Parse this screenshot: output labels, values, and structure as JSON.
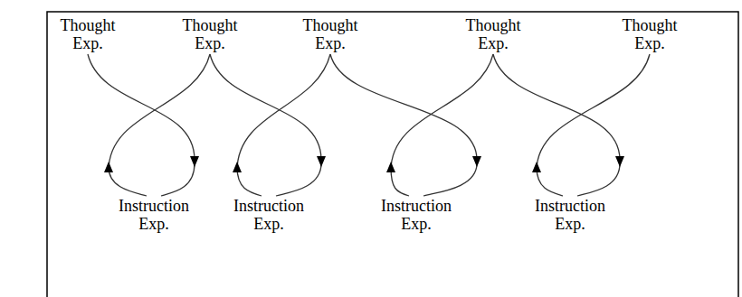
{
  "diagram": {
    "nodes": [
      {
        "text": [
          "Thought Exp."
        ]
      },
      {
        "text": [
          "Thought Exp."
        ]
      },
      {
        "text": [
          "Thought Exp."
        ]
      },
      {
        "text": [
          "Thought Exp."
        ]
      },
      {
        "text": [
          "Thought Exp."
        ]
      },
      {
        "text": [
          "Instruction Exp."
        ]
      },
      {
        "text": [
          "Instruction Exp."
        ]
      },
      {
        "text": [
          "Instruction Exp."
        ]
      },
      {
        "text": [
          "Instruction Exp."
        ]
      }
    ],
    "edges": [
      {
        "from": 0,
        "to": 5,
        "arrow": "to"
      },
      {
        "from": 5,
        "to": 1,
        "arrow": "to"
      },
      {
        "from": 1,
        "to": 6,
        "arrow": "to"
      },
      {
        "from": 6,
        "to": 2,
        "arrow": "to"
      },
      {
        "from": 2,
        "to": 7,
        "arrow": "to"
      },
      {
        "from": 7,
        "to": 3,
        "arrow": "to"
      },
      {
        "from": 3,
        "to": 8,
        "arrow": "to"
      },
      {
        "from": 8,
        "to": 4,
        "arrow": "to"
      }
    ]
  }
}
